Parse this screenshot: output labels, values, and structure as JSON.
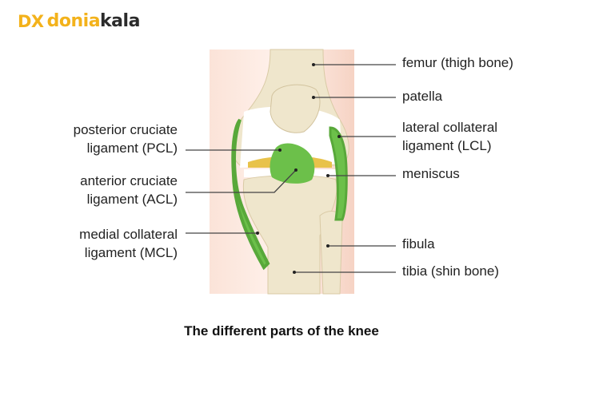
{
  "logo": {
    "mark": "DX",
    "part1": "donia",
    "part2": "kala"
  },
  "labels_left": {
    "pcl": [
      "posterior cruciate",
      "ligament (PCL)"
    ],
    "acl": [
      "anterior cruciate",
      "ligament (ACL)"
    ],
    "mcl": [
      "medial collateral",
      "ligament (MCL)"
    ]
  },
  "labels_right": {
    "femur": "femur (thigh bone)",
    "patella": "patella",
    "lcl": [
      "lateral collateral",
      "ligament (LCL)"
    ],
    "meniscus": "meniscus",
    "fibula": "fibula",
    "tibia": "tibia (shin bone)"
  },
  "caption": "The different parts of the knee",
  "colors": {
    "ligament": "#6cc04a",
    "bone": "#efe6cc",
    "skin": "#f8dcd0",
    "logo_accent": "#f3b21b"
  }
}
